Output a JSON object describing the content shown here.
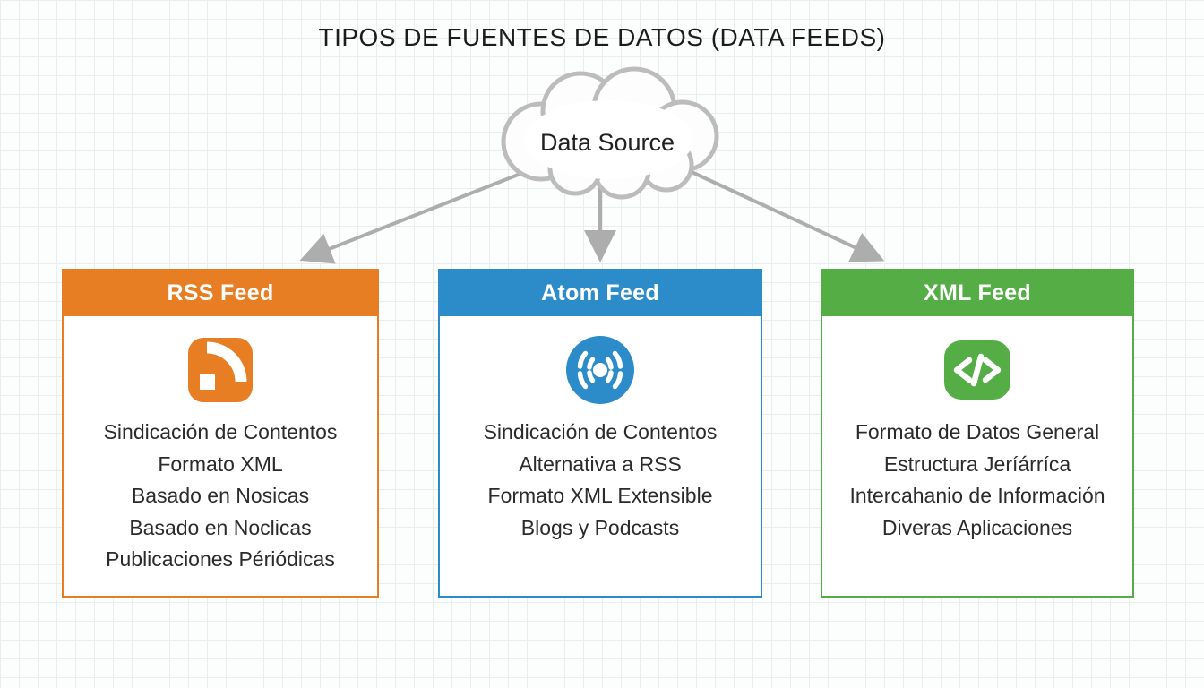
{
  "title": "TIPOS DE FUENTES DE DATOS (DATA FEEDS)",
  "cloud": {
    "label": "Data Source"
  },
  "colors": {
    "orange": "#E87E23",
    "blue": "#2B8CC9",
    "green": "#55AD45",
    "arrow_gray": "#ADADAD",
    "cloud_stroke": "#BCBCBC",
    "text_dark": "#2b2b2b"
  },
  "cards": [
    {
      "title": "RSS Feed",
      "color": "#E87E23",
      "icon": "rss-icon",
      "lines": [
        "Sindicación de Contentos",
        "Formato XML",
        "Basado en Nosicas",
        "Basado en Noclicas",
        "Publicaciones Périódicas"
      ]
    },
    {
      "title": "Atom Feed",
      "color": "#2B8CC9",
      "icon": "broadcast-icon",
      "lines": [
        "Sindicación de Contentos",
        "Alternativa a RSS",
        "Formato XML Extensible",
        "Blogs y Podcasts"
      ]
    },
    {
      "title": "XML Feed",
      "color": "#55AD45",
      "icon": "code-icon",
      "lines": [
        "Formato de Datos General",
        "Estructura Jeríárríca",
        "Intercahanio de Información",
        "Diveras Aplicaciones"
      ]
    }
  ]
}
